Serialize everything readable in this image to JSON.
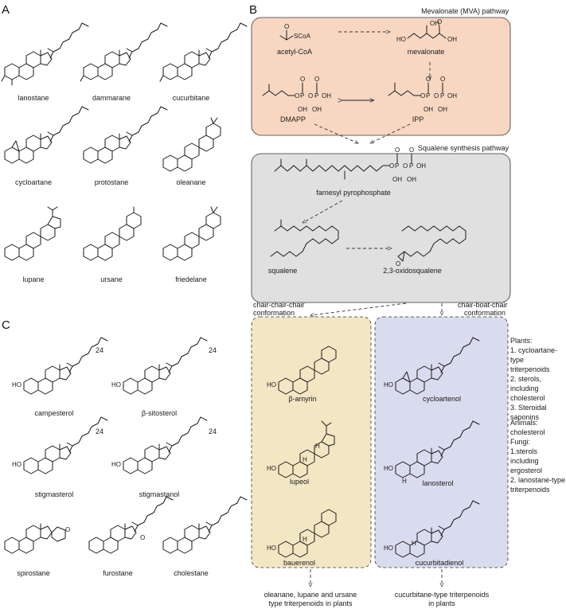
{
  "panels": {
    "a": "A",
    "b": "B",
    "c": "C"
  },
  "colors": {
    "mva_box": "#f8d7c2",
    "squalene_box": "#e0e0e0",
    "plant_box": "#f3e6c3",
    "animal_box": "#d9dbee"
  },
  "skeletons_a": [
    "lanostane",
    "dammarane",
    "cucurbitane",
    "cycloartane",
    "protostane",
    "oleanane",
    "lupane",
    "ursane",
    "friedelane"
  ],
  "sterols_c": [
    "campesterol",
    "β-sitosterol",
    "stigmasterol",
    "stigmastanol",
    "spirostane",
    "furostane",
    "cholestane"
  ],
  "c24_label": "24",
  "atoms": {
    "ho": "HO",
    "o": "O",
    "p": "P",
    "oh": "OH",
    "h": "H",
    "scoa": "SCoA",
    "cooh_oh": "OH"
  },
  "pathway": {
    "mva_title": "Mevalonate (MVA) pathway",
    "acetyl_coa": "acetyl-CoA",
    "mevalonate": "mevalonate",
    "dmapp": "DMAPP",
    "ipp": "IPP",
    "squalene_title": "Squalene synthesis pathway",
    "fpp": "farnesyl pyrophosphate",
    "squalene": "squalene",
    "oxidosqualene": "2,3-oxidosqualene",
    "ccc_line1": "chair-chair-chair",
    "ccc_line2": "conformation",
    "cbc_line1": "chair-boat-chair",
    "cbc_line2": "conformation",
    "beta_amyrin": "β-amyrin",
    "lupeol": "lupeol",
    "bauerenol": "bauerenol",
    "cycloartenol": "cycloartenol",
    "lanosterol": "lanosterol",
    "cucurbitadienol": "cucurbitadienol",
    "plants_note": "Plants:\n1. cycloartane-type\ntriterpenoids\n2. sterols, including\ncholesterol\n3. Steroidal saponins",
    "animals_note": "Animals:\ncholesterol\nFungi:\n1.sterols including\nergosterol\n2. lanostane-type\ntriterpenoids",
    "out_left_1": "oleanane, lupane and ursane",
    "out_left_2": "type triterpenoids in plants",
    "out_right_1": "cucurbitane-type triterpenoids",
    "out_right_2": "in plants"
  }
}
